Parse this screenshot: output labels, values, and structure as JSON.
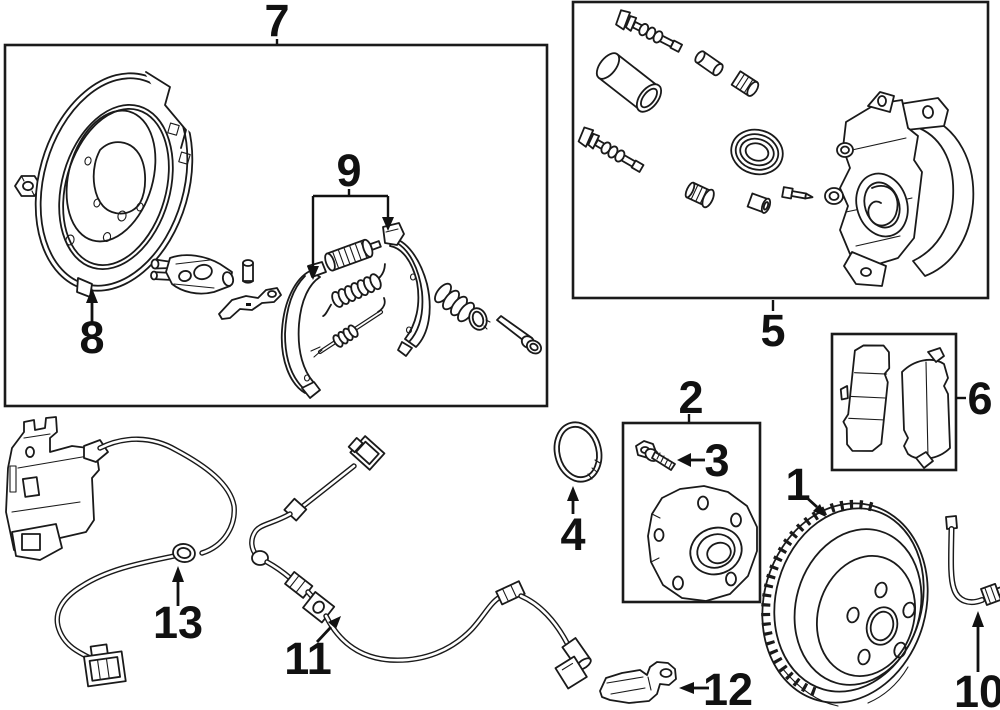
{
  "palette": {
    "ink": "#1a1a1a",
    "paper": "#ffffff"
  },
  "diagram": {
    "kind": "exploded-parts-line-drawing",
    "subject": "disc brake and parking brake components"
  },
  "callouts": {
    "c1": {
      "label": "1",
      "part": "brake-rotor"
    },
    "c2": {
      "label": "2",
      "part": "hub-bearing-assembly"
    },
    "c3": {
      "label": "3",
      "part": "hub-bolt"
    },
    "c4": {
      "label": "4",
      "part": "retaining-ring"
    },
    "c5": {
      "label": "5",
      "part": "caliper-assembly-kit"
    },
    "c6": {
      "label": "6",
      "part": "brake-pad-set"
    },
    "c7": {
      "label": "7",
      "part": "parking-brake-kit"
    },
    "c8": {
      "label": "8",
      "part": "backing-plate"
    },
    "c9": {
      "label": "9",
      "part": "brake-shoe-set"
    },
    "c10": {
      "label": "10",
      "part": "brake-hose"
    },
    "c11": {
      "label": "11",
      "part": "abs-sensor-wire-long"
    },
    "c12": {
      "label": "12",
      "part": "mount-bracket"
    },
    "c13": {
      "label": "13",
      "part": "abs-sensor-wire-with-bracket"
    }
  }
}
